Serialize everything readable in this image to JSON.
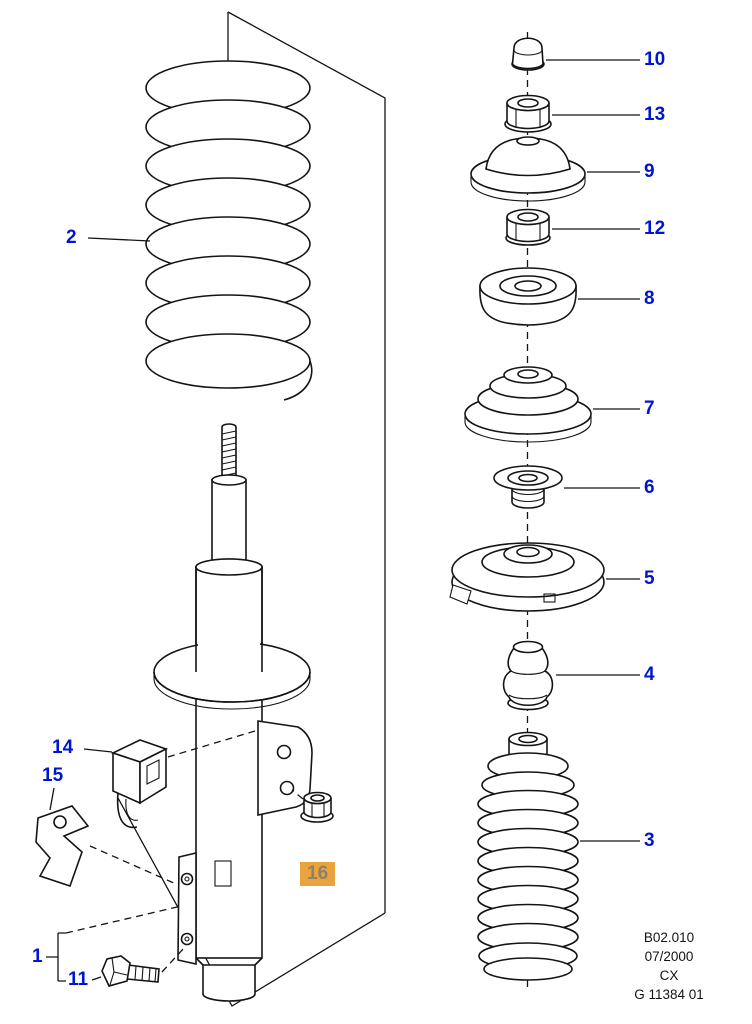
{
  "diagram": {
    "colors": {
      "callout": "#0016CE",
      "highlight_bg": "#E9A440",
      "highlight_text": "#8D8168",
      "line": "#141414",
      "background": "#FFFFFF"
    },
    "callouts": [
      {
        "part": "1",
        "label": "1",
        "highlighted": false
      },
      {
        "part": "2",
        "label": "2",
        "highlighted": false
      },
      {
        "part": "3",
        "label": "3",
        "highlighted": false
      },
      {
        "part": "4",
        "label": "4",
        "highlighted": false
      },
      {
        "part": "5",
        "label": "5",
        "highlighted": false
      },
      {
        "part": "6",
        "label": "6",
        "highlighted": false
      },
      {
        "part": "7",
        "label": "7",
        "highlighted": false
      },
      {
        "part": "8",
        "label": "8",
        "highlighted": false
      },
      {
        "part": "9",
        "label": "9",
        "highlighted": false
      },
      {
        "part": "10",
        "label": "10",
        "highlighted": false
      },
      {
        "part": "11",
        "label": "11",
        "highlighted": false
      },
      {
        "part": "12",
        "label": "12",
        "highlighted": false
      },
      {
        "part": "13",
        "label": "13",
        "highlighted": false
      },
      {
        "part": "14",
        "label": "14",
        "highlighted": false
      },
      {
        "part": "15",
        "label": "15",
        "highlighted": false
      },
      {
        "part": "16",
        "label": "16",
        "highlighted": true
      }
    ],
    "footer": {
      "code": "B02.010",
      "date": "07/2000",
      "variant": "CX",
      "drawing_number": "G 11384 01"
    }
  }
}
